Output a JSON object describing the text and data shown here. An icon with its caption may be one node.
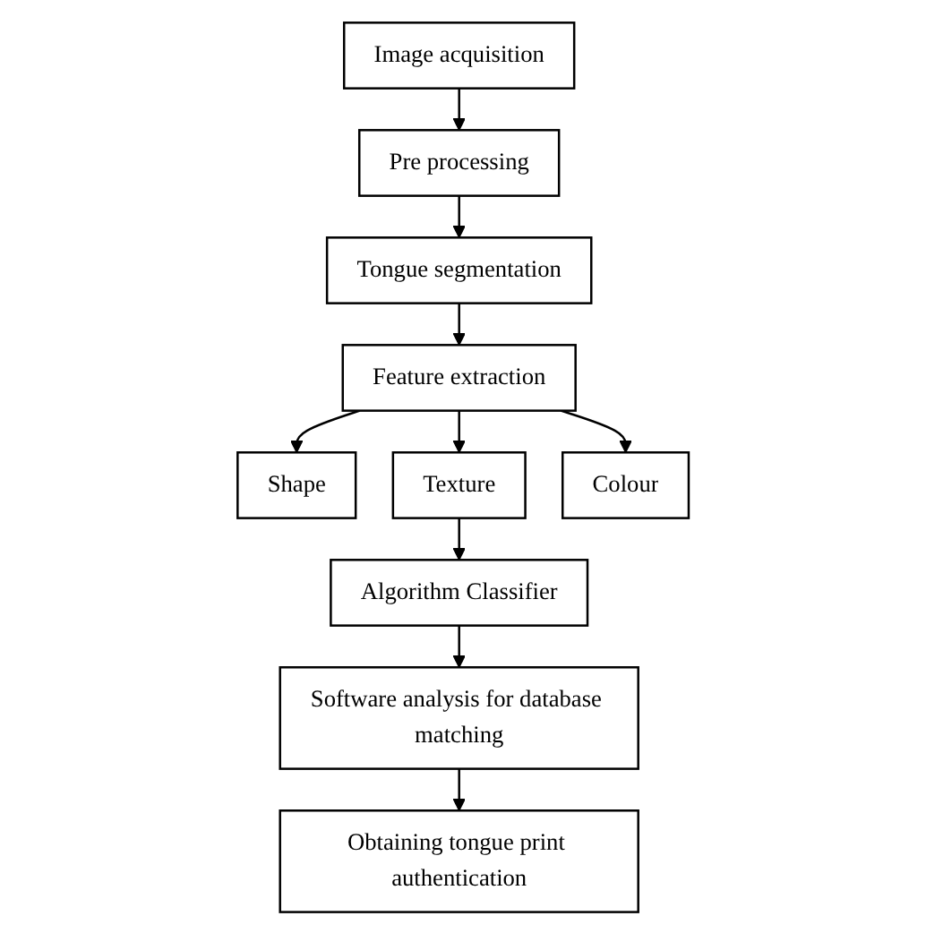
{
  "diagram": {
    "nodes": [
      {
        "text": [
          "Image acquisition"
        ]
      },
      {
        "text": [
          "Pre processing"
        ]
      },
      {
        "text": [
          "Tongue segmentation"
        ]
      },
      {
        "text": [
          "Feature extraction"
        ]
      },
      {
        "text": [
          "Shape"
        ]
      },
      {
        "text": [
          "Texture"
        ]
      },
      {
        "text": [
          "Colour"
        ]
      },
      {
        "text": [
          "Algorithm Classifier"
        ]
      },
      {
        "text": [
          "Software analysis for database matching"
        ]
      },
      {
        "text": [
          "Obtaining tongue print authentication"
        ]
      }
    ],
    "edges": [
      {
        "from": 0,
        "to": 1,
        "arrow": "to"
      },
      {
        "from": 1,
        "to": 2,
        "arrow": "to"
      },
      {
        "from": 2,
        "to": 3,
        "arrow": "to"
      },
      {
        "from": 3,
        "to": 4,
        "arrow": "to"
      },
      {
        "from": 3,
        "to": 5,
        "arrow": "to"
      },
      {
        "from": 3,
        "to": 6,
        "arrow": "to"
      },
      {
        "from": 5,
        "to": 7,
        "arrow": "to"
      },
      {
        "from": 7,
        "to": 8,
        "arrow": "to"
      },
      {
        "from": 8,
        "to": 9,
        "arrow": "to"
      }
    ]
  }
}
